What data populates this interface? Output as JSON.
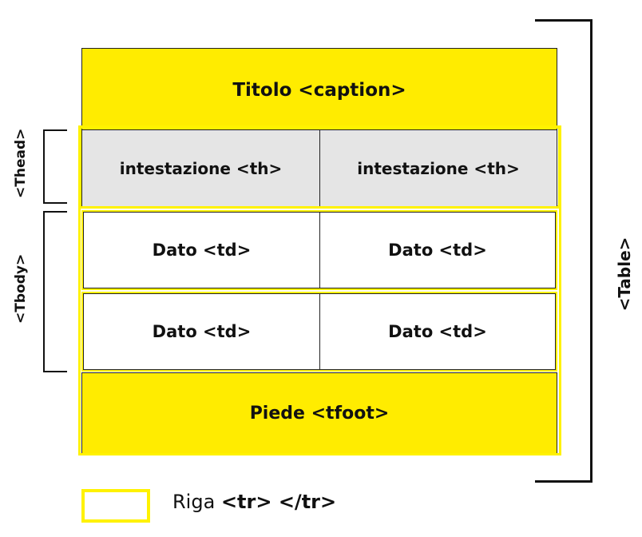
{
  "caption": "Titolo <caption>",
  "header_cells": [
    "intestazione <th>",
    "intestazione <th>"
  ],
  "body_rows": [
    [
      "Dato <td>",
      "Dato <td>"
    ],
    [
      "Dato <td>",
      "Dato <td>"
    ]
  ],
  "footer": "Piede <tfoot>",
  "labels": {
    "thead": "<Thead>",
    "tbody": "<Tbody>",
    "table": "<Table>"
  },
  "legend": {
    "prefix": "Riga",
    "tag": "<tr> </tr>"
  },
  "colors": {
    "highlight": "#ffec00",
    "row_outline": "#fff200",
    "header_fill": "#e5e5e5"
  }
}
